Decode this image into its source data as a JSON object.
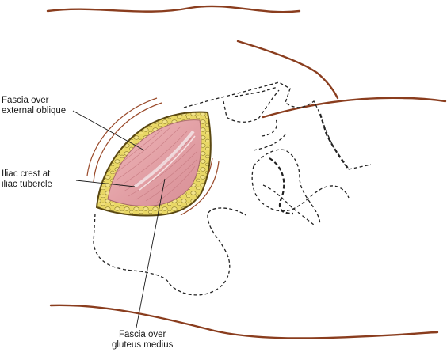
{
  "labels": {
    "fascia_external_oblique": [
      "Fascia over",
      "external oblique"
    ],
    "iliac_crest": [
      "Iliac crest at",
      "iliac tubercle"
    ],
    "fascia_gluteus_medius": [
      "Fascia over",
      "gluteus medius"
    ]
  },
  "colors": {
    "skin_outline": "#8a3d1e",
    "fat_layer": "#e6d45a",
    "fat_border": "#6b5a1a",
    "muscle_fascia": "#e3a3a8",
    "muscle_fiber": "#c77b82",
    "bone_outline": "#222222",
    "leader_line": "#1a1a1a"
  }
}
